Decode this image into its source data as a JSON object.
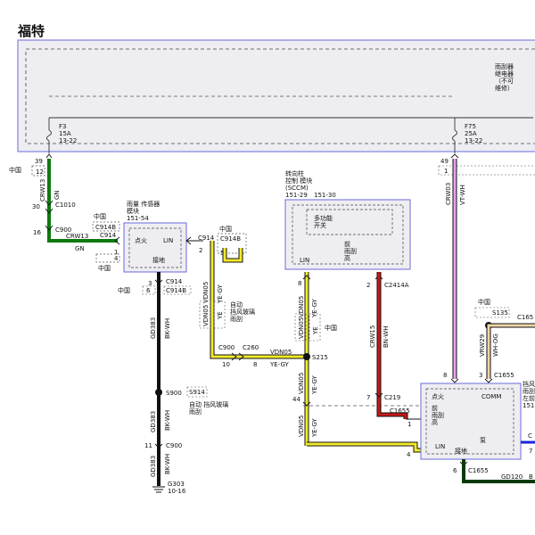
{
  "title": "福特",
  "colors": {
    "module_border": "#6a6ae0",
    "module_fill": "#eeeef2",
    "green": "#0e7a0e",
    "yellow": "#f2ea2a",
    "black": "#111111",
    "red": "#c81818",
    "violet": "#e9a3ef",
    "tan": "#eed7a8",
    "dark_green": "#0a3a0a",
    "blue": "#1a24d8"
  },
  "top_module": {
    "relay_note": [
      "雨刮器",
      "继电器",
      "（不可",
      "维修）"
    ],
    "fuse_f3": [
      "F3",
      "15A",
      "13-22"
    ],
    "fuse_f75": [
      "F75",
      "25A",
      "13-22"
    ]
  },
  "left_circuit": {
    "conn_39": "39",
    "conn_12": "12",
    "zhongguo_1": "中国",
    "wire_crw13_a": "CRW13",
    "wire_gn_a": "GN",
    "pin_30": "30",
    "c1010": "C1010",
    "pin_16": "16",
    "c900_a": "C900",
    "wire_crw13_b": "CRW13",
    "c914_a": "C914",
    "wire_gn_b": "GN",
    "zhongguo_2": "中国",
    "c914b_a": "C914B",
    "pin_1": "1",
    "pin_4": "4",
    "zhongguo_3": "中国"
  },
  "rain_sensor": {
    "title": [
      "雨量 传感器",
      "模块",
      "151-54"
    ],
    "ignition": "点火",
    "lin": "LIN",
    "ground": "接地"
  },
  "rain_sensor_lin": {
    "pin_2": "2",
    "c914_b": "C914",
    "zhongguo_4": "中国",
    "c914b_b": "C914B",
    "pin_5": "5"
  },
  "ground_circuit": {
    "pin_3": "3",
    "c914_c": "C914",
    "zhongguo_5": "中国",
    "pin_6": "6",
    "c914b_c": "C914B",
    "wire_gd383_a": "GD383",
    "wire_bkwh_a": "BK-WH",
    "s900": "S900",
    "s914": "S914",
    "auto_wiper_note": [
      "自动 挡风玻璃",
      "雨刮"
    ],
    "wire_gd383_b": "GD383",
    "wire_bkwh_b": "BK-WH",
    "pin_11": "11",
    "c900_b": "C900",
    "wire_gd383_c": "GD383",
    "wire_bkwh_c": "BK-WH",
    "g303": "G303",
    "g303_ref": "10-16"
  },
  "yellow_circuit": {
    "wire_vdn05_a": "VDN05",
    "wire_yegy_a": "YE-GY",
    "vdn05_box": "VDN05",
    "ye_box": "YE",
    "auto_wiper_note2": [
      "自动",
      "挡风玻璃",
      "雨刮"
    ],
    "c900_c": "C900",
    "c260": "C260",
    "pin_10": "10",
    "pin_8": "8",
    "wire_vdn05_b": "VDN05",
    "wire_yegy_b": "YE-GY",
    "s215": "S215",
    "pin_8b": "8",
    "wire_vdn05_c": "VDN05",
    "wire_yegy_c": "YE-GY",
    "vdn05_box2": "VDN05",
    "ye_box2": "YE",
    "zhongguo_6": "中国",
    "wire_vdn05_d": "VDN05",
    "wire_yegy_d": "YE-GY",
    "pin_44": "44",
    "wire_vdn05_e": "VDN05",
    "wire_yegy_e": "YE-GY",
    "pin_4": "4"
  },
  "sccm": {
    "title": [
      "转向柱",
      "控制 模块",
      "(SCCM)",
      "151-29",
      "151-30"
    ],
    "multi_switch": [
      "多功能",
      "开关"
    ],
    "front_wiper": [
      "前",
      "雨刮",
      "高"
    ],
    "lin": "LIN"
  },
  "red_circuit": {
    "pin_2": "2",
    "c2414a": "C2414A",
    "wire_crw15": "CRW15",
    "wire_bnwh": "BN-WH",
    "pin_7": "7",
    "c219": "C219",
    "c1655_a": "C1655",
    "pin_1": "1"
  },
  "violet_circuit": {
    "pin_49": "49",
    "conn_1": "1",
    "wire_crw03": "CRW03",
    "wire_vtwh": "VT-WH",
    "pin_8": "8"
  },
  "tan_circuit": {
    "zhongguo_7": "中国",
    "s135": "S135",
    "c165": "C165",
    "wire_vrw29": "VRW29",
    "wire_whog": "WH-OG",
    "pin_3": "3",
    "c1655_b": "C1655"
  },
  "wiper_module": {
    "ignition": "点火",
    "comm": "COMM",
    "front_wiper": [
      "前",
      "雨刮",
      "高"
    ],
    "lin": "LIN",
    "pump": "泵",
    "ground": "接地",
    "side_note": [
      "挡风",
      "雨刮",
      "左前",
      "151-"
    ],
    "blue_c": "C",
    "pin_7": "7"
  },
  "bottom_circuit": {
    "pin_6": "6",
    "c1655_c": "C1655",
    "wire_gd120": "GD120",
    "wire_b": "B"
  }
}
